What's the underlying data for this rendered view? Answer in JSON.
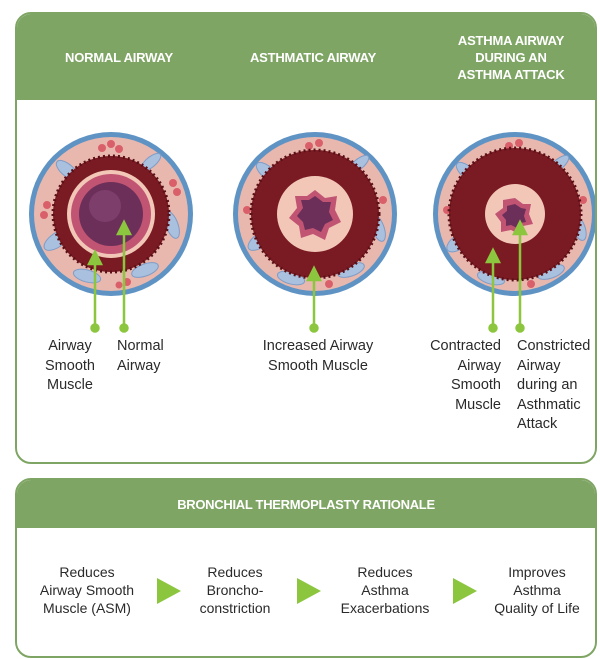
{
  "comparison": {
    "columns": [
      {
        "title": "NORMAL AIRWAY"
      },
      {
        "title": "ASTHMATIC AIRWAY"
      },
      {
        "title": "ASTHMA AIRWAY\nDURING AN\nASTHMA ATTACK"
      }
    ],
    "labels": {
      "normal_asm": "Airway\nSmooth\nMuscle",
      "normal_airway": "Normal\nAirway",
      "increased_asm": "Increased Airway\nSmooth Muscle",
      "contracted_asm": "Contracted\nAirway\nSmooth\nMuscle",
      "constricted_airway": "Constricted\nAirway\nduring an\nAsthmatic\nAttack"
    }
  },
  "rationale": {
    "title": "BRONCHIAL THERMOPLASTY RATIONALE",
    "steps": [
      {
        "text": "Reduces\nAirway Smooth\nMuscle (ASM)"
      },
      {
        "text": "Reduces\nBroncho-\nconstriction"
      },
      {
        "text": "Reduces\nAsthma\nExacerbations"
      },
      {
        "text": "Improves\nAsthma\nQuality of Life"
      }
    ]
  },
  "colors": {
    "header_green": "#7fa565",
    "arrow_green": "#8cc63f",
    "outer_ring": "#5e93c4",
    "tissue": "#e6b0a8",
    "muscle": "#7a1a22",
    "lumen": "#6c2f5a"
  }
}
